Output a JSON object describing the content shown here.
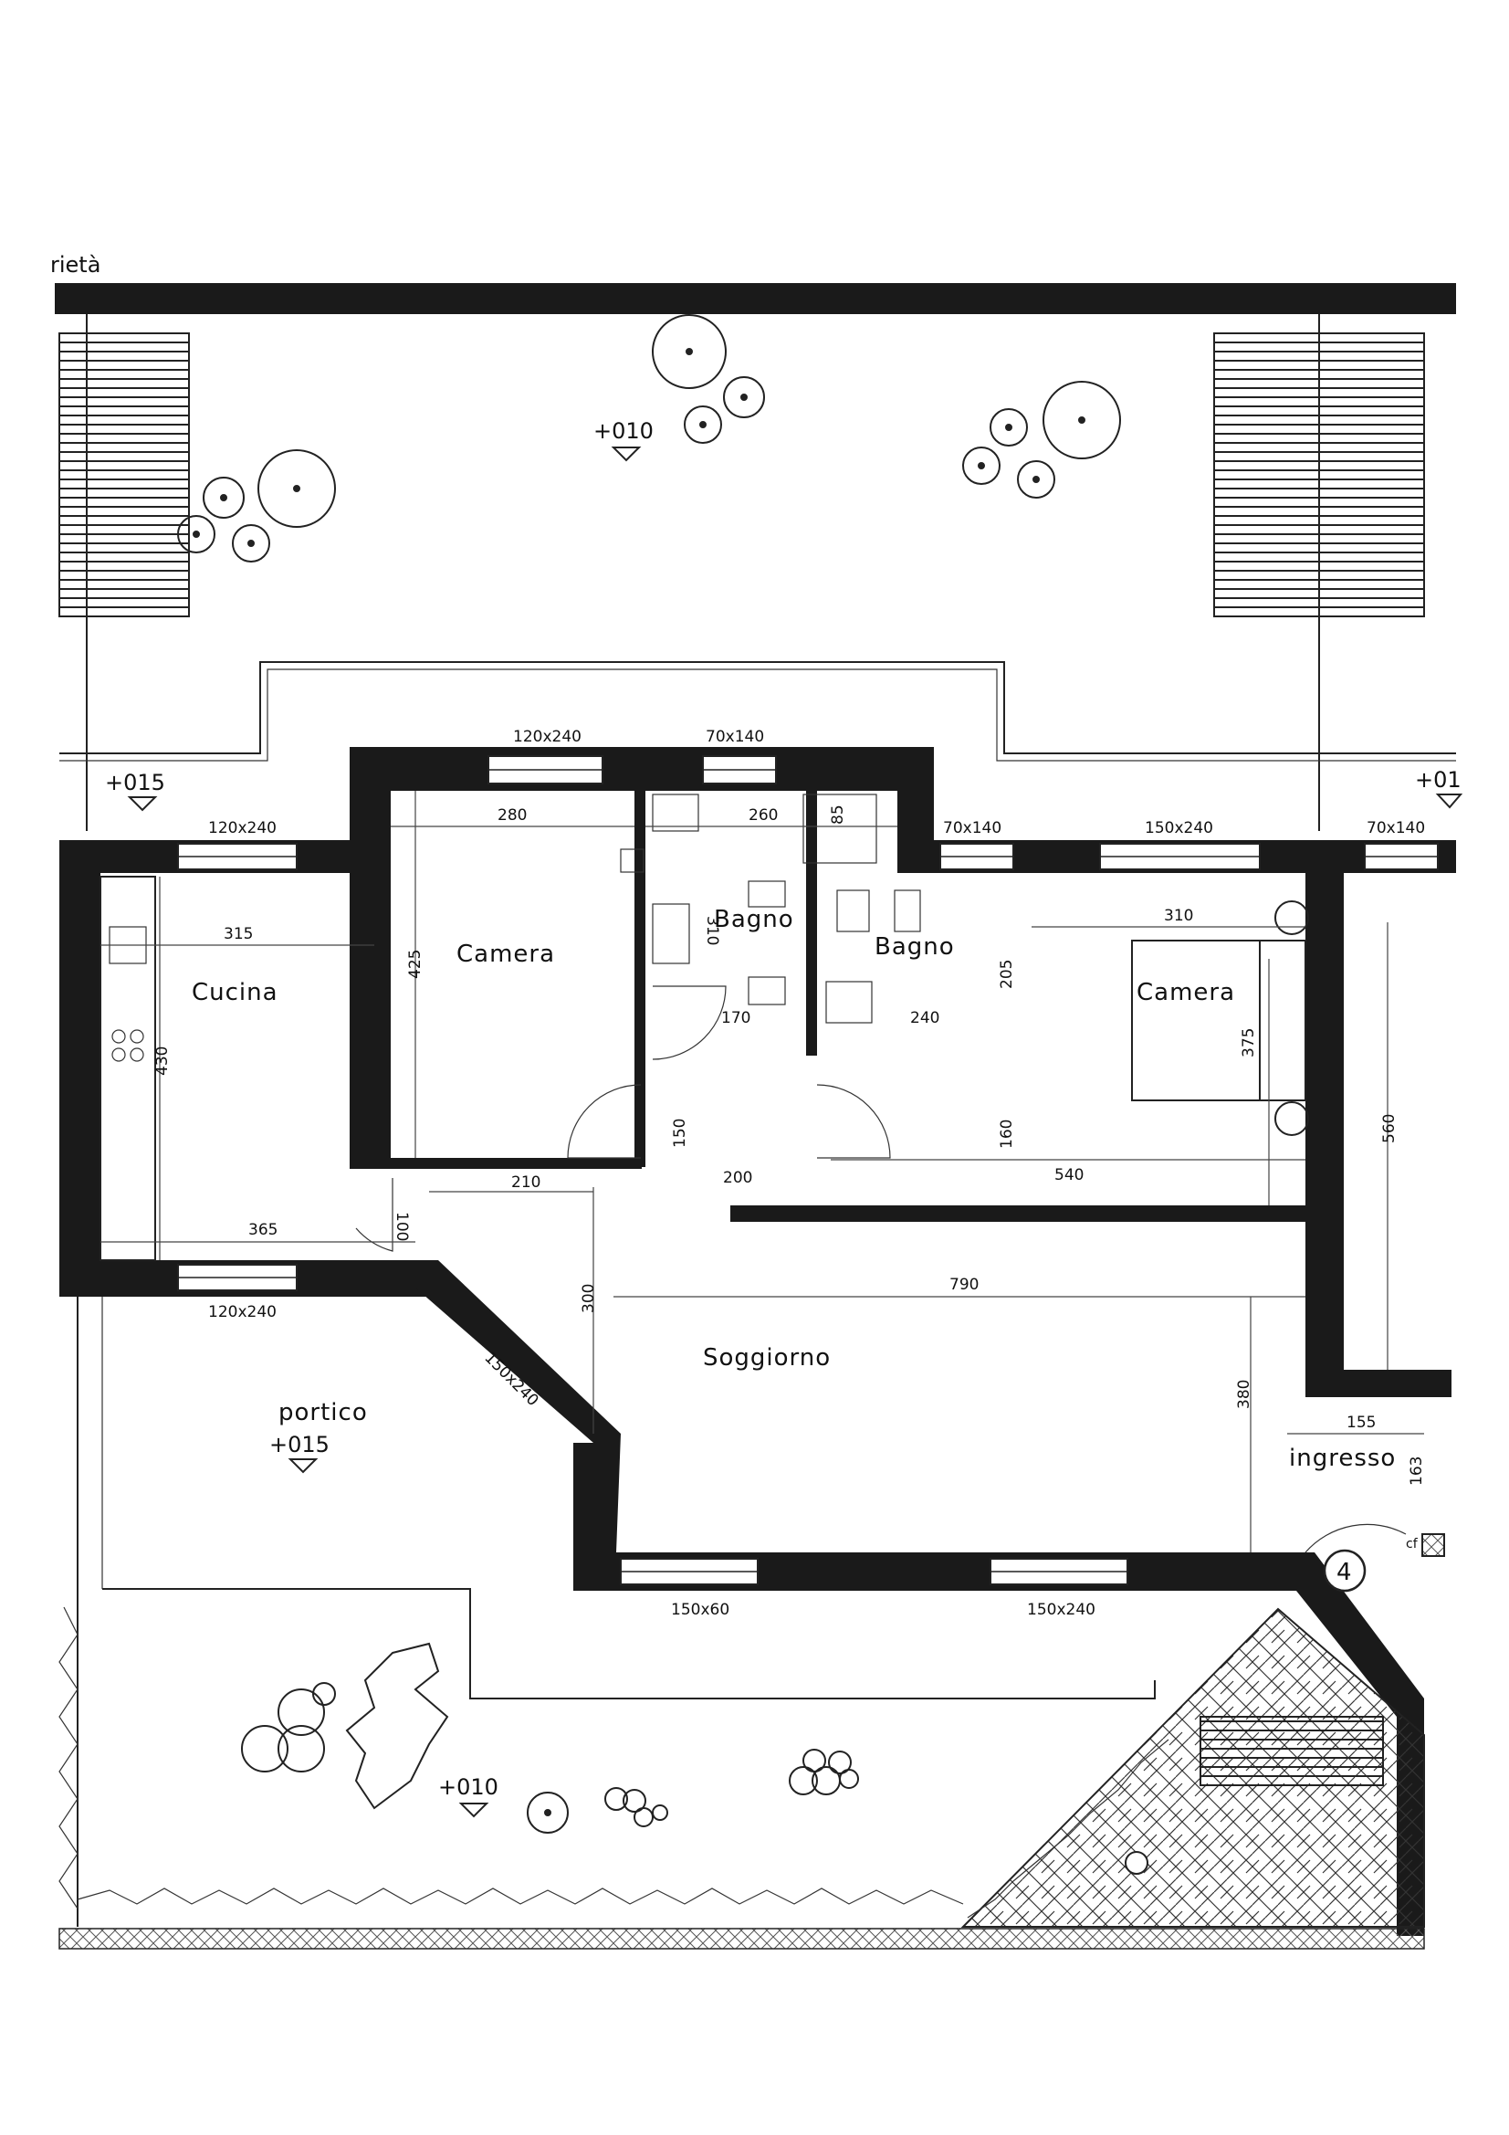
{
  "header": {
    "fragment": "rietà"
  },
  "levels": {
    "garden_north": "+010",
    "left_terrace": "+015",
    "right_terrace": "+01",
    "portico": "+015",
    "garden_south": "+010"
  },
  "rooms": {
    "cucina": "Cucina",
    "camera_1": "Camera",
    "bagno_1": "Bagno",
    "bagno_2": "Bagno",
    "camera_2": "Camera",
    "soggiorno": "Soggiorno",
    "portico": "portico",
    "ingresso": "ingresso"
  },
  "windows": {
    "w_top_1": "120x240",
    "w_top_2": "70x140",
    "w_cucina_n": "120x240",
    "w_bagno2": "70x140",
    "w_camera2": "150x240",
    "w_right": "70x140",
    "w_cucina_s": "120x240",
    "w_diagonal": "150x240",
    "w_sogg_1": "150x60",
    "w_sogg_2": "150x240"
  },
  "dimensions": {
    "d280": "280",
    "d260": "260",
    "d85": "85",
    "d315": "315",
    "d425": "425",
    "d310a": "310",
    "d170": "170",
    "d240": "240",
    "d205": "205",
    "d310b": "310",
    "d375": "375",
    "d430": "430",
    "d150": "150",
    "d160": "160",
    "d200": "200",
    "d540": "540",
    "d560": "560",
    "d210": "210",
    "d365": "365",
    "d100": "100",
    "d300": "300",
    "d790": "790",
    "d380": "380",
    "d155": "155",
    "d163": "163"
  },
  "markers": {
    "entrance_number": "4",
    "cf": "cf"
  }
}
